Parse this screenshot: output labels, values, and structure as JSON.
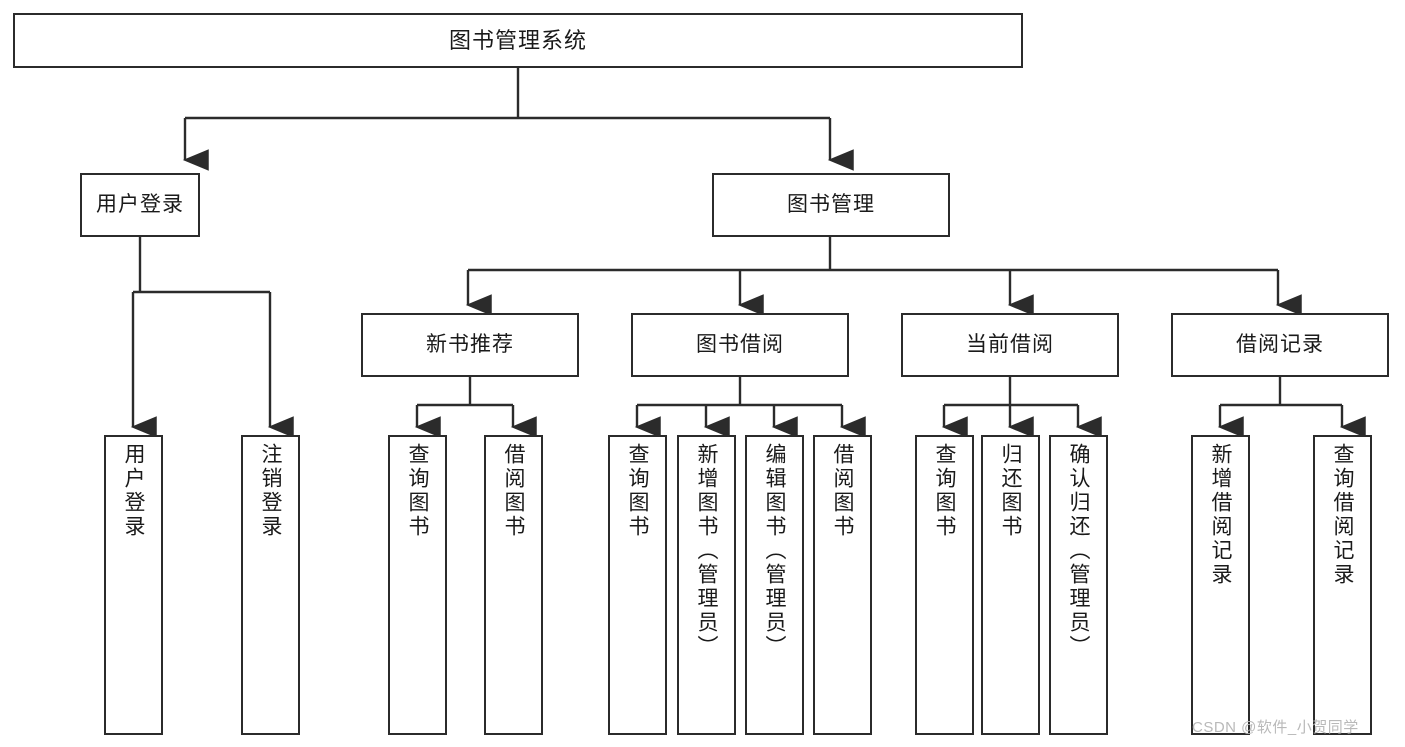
{
  "diagram": {
    "title": "图书管理系统",
    "type": "tree",
    "watermark": "CSDN @软件_小贺同学",
    "colors": {
      "box_border": "#2b2b2b",
      "box_fill": "#ffffff",
      "edge": "#2b2b2b",
      "text": "#1a1a1a",
      "watermark": "#b9b9b9"
    },
    "root": {
      "label": "图书管理系统"
    },
    "level1": [
      {
        "label": "用户登录"
      },
      {
        "label": "图书管理"
      }
    ],
    "level2": [
      {
        "label": "新书推荐"
      },
      {
        "label": "图书借阅"
      },
      {
        "label": "当前借阅"
      },
      {
        "label": "借阅记录"
      }
    ],
    "leaves": {
      "user_login": [
        {
          "label": "用户登录"
        },
        {
          "label": "注销登录"
        }
      ],
      "new_book": [
        {
          "label": "查询图书"
        },
        {
          "label": "借阅图书"
        }
      ],
      "book_borrow": [
        {
          "label": "查询图书"
        },
        {
          "label": "新增图书（管理员）"
        },
        {
          "label": "编辑图书（管理员）"
        },
        {
          "label": "借阅图书"
        }
      ],
      "current_borrow": [
        {
          "label": "查询图书"
        },
        {
          "label": "归还图书"
        },
        {
          "label": "确认归还（管理员）"
        }
      ],
      "borrow_record": [
        {
          "label": "新增借阅记录"
        },
        {
          "label": "查询借阅记录"
        }
      ]
    }
  }
}
